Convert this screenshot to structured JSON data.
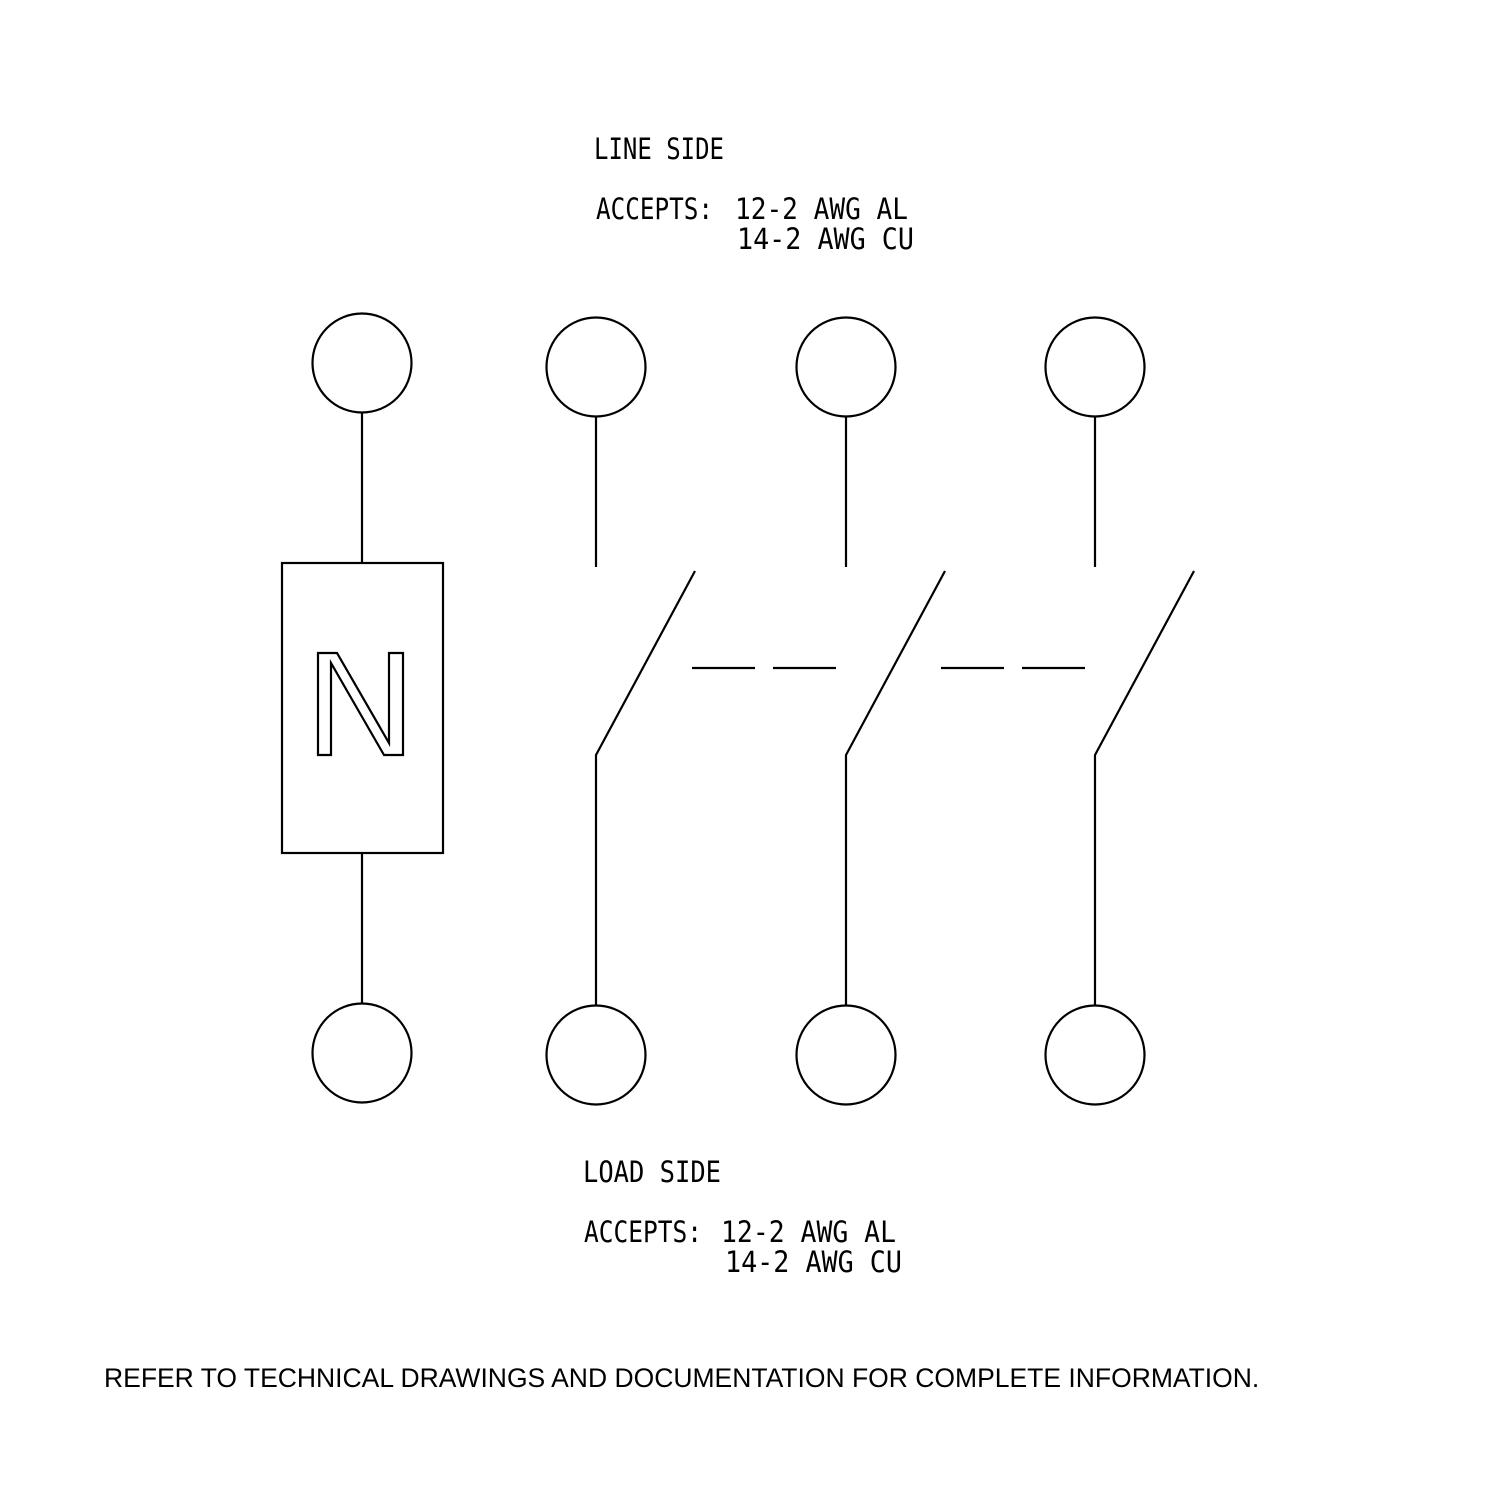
{
  "line_side": {
    "title": "LINE SIDE",
    "accepts_label": "ACCEPTS:",
    "accepts_line1": "12-2 AWG AL",
    "accepts_line2": "14-2 AWG CU"
  },
  "load_side": {
    "title": "LOAD SIDE",
    "accepts_label": "ACCEPTS:",
    "accepts_line1": "12-2 AWG AL",
    "accepts_line2": "14-2 AWG CU"
  },
  "neutral": {
    "label": "N"
  },
  "poles": [
    {
      "name": "neutral",
      "type": "solid-neutral"
    },
    {
      "name": "pole-1",
      "type": "switch"
    },
    {
      "name": "pole-2",
      "type": "switch"
    },
    {
      "name": "pole-3",
      "type": "switch"
    }
  ],
  "footer": {
    "note": "REFER TO TECHNICAL DRAWINGS AND DOCUMENTATION FOR COMPLETE INFORMATION."
  },
  "colors": {
    "line": "#000000",
    "background": "#ffffff"
  }
}
